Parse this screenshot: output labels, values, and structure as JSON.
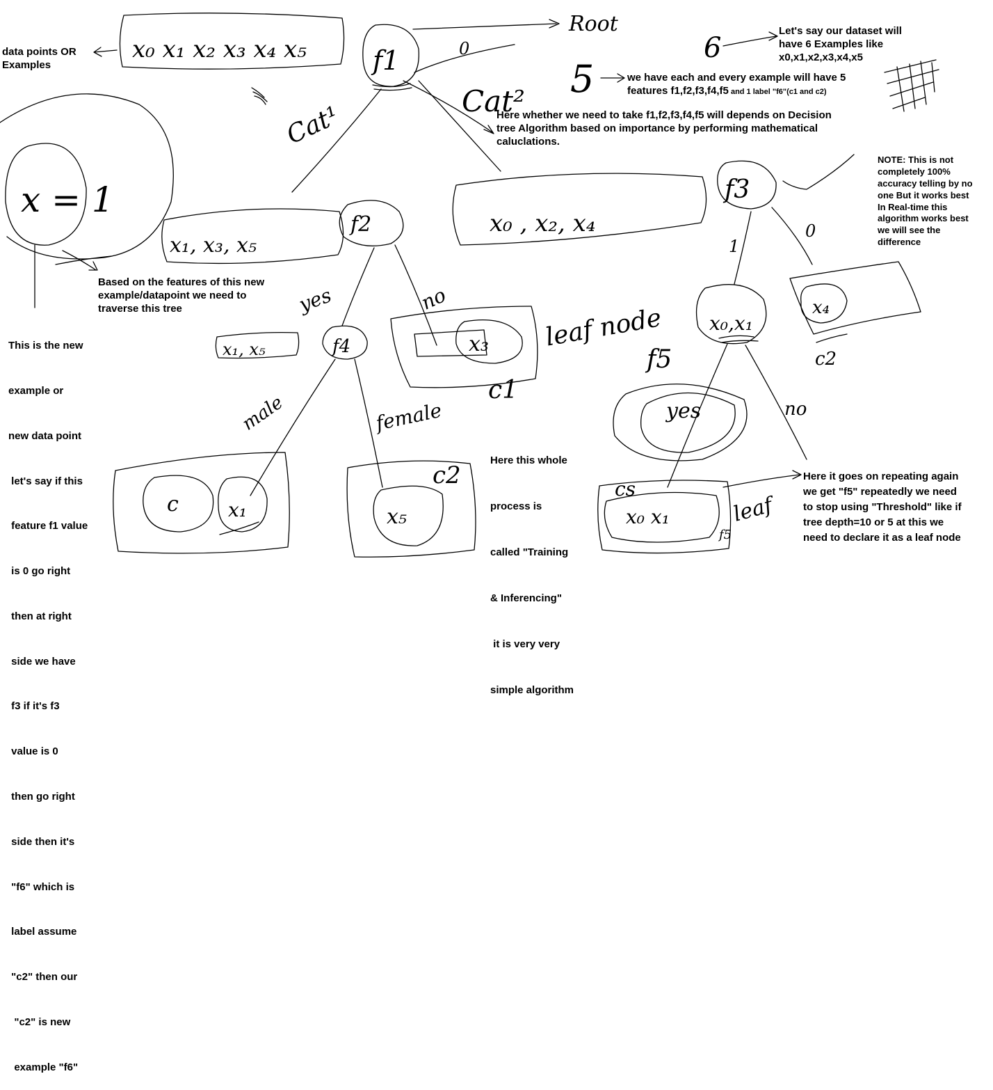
{
  "notes": {
    "data_points": [
      "data points OR",
      "Examples"
    ],
    "dataset": [
      "Let's say our dataset will",
      "have 6 Examples  like",
      "x0,x1,x2,x3,x4,x5"
    ],
    "features": [
      "we have each and every example will have 5",
      "features f1,f2,f3,f4,f5",
      " and 1 label \"f6\"(c1 and c2)"
    ],
    "decision": [
      "Here whether we need to take f1,f2,f3,f4,f5 will depends on Decision",
      "tree Algorithm based on importance by performing mathematical",
      "caluclations."
    ],
    "accuracy": [
      "NOTE: This is not",
      "completely 100%",
      "accuracy telling by no",
      "one But it works best",
      "In Real-time this",
      "algorithm works best",
      "we will see the",
      "difference"
    ],
    "traverse": [
      "Based on the features of this new",
      "example/datapoint we need to",
      "traverse this tree"
    ],
    "new_example": [
      "This is the new",
      "example or",
      "new data point",
      " let's say if this",
      " feature f1 value",
      " is 0 go right",
      " then at right",
      " side we have",
      " f3 if it's f3",
      " value is 0",
      " then go right",
      " side then it's",
      " \"f6\" which is",
      " label assume",
      " \"c2\" then our",
      "  \"c2\" is new",
      "  example \"f6\""
    ],
    "training": [
      "Here this whole",
      "process is",
      "called \"Training",
      "& Inferencing\"",
      " it is very very",
      "simple algorithm"
    ],
    "repeating": [
      "Here it goes on repeating again",
      "we get \"f5\" repeatedly we need",
      "to stop using \"Threshold\" like if",
      "tree depth=10 or 5 at this we",
      "need to declare it as a leaf node"
    ]
  },
  "handwriting": {
    "data_row": "x₀ x₁ x₂ x₃ x₄ x₅",
    "root_word": "Root",
    "f1": "f1",
    "zero_top": "0",
    "cat2": "Cat²",
    "five": "5",
    "six": "6",
    "cat1": "Cat¹",
    "x_eq_1": "x = 1",
    "x135": "x₁, x₃, x₅",
    "f2": "f2",
    "x024": "x₀ , x₂, x₄",
    "f3": "f3",
    "one_right": "1",
    "zero_right": "0",
    "yes": "yes",
    "no": "no",
    "x1x5_left": "x₁, x₅",
    "f4": "f4",
    "x3": "x₃",
    "c1": "c1",
    "leaf_node_mid": "leaf node",
    "x0x1": "x₀,x₁",
    "x4": "x₄",
    "c2_right": "c2",
    "f5": "f5",
    "yes_circle": "yes",
    "no_right": "no",
    "male": "male",
    "female": "female",
    "c_left": "c",
    "x1_bottom": "x₁",
    "x5": "x₅",
    "c2_bottom": "c2",
    "cs": "cs",
    "x0x1_bottom": "x₀ x₁",
    "f5_small": "f5",
    "leaf_bottom": "leaf"
  }
}
